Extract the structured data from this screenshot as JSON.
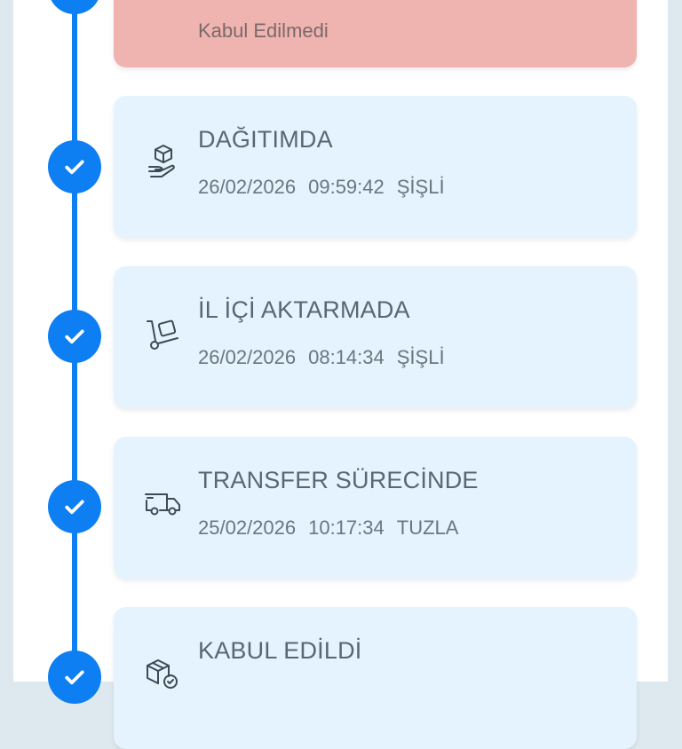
{
  "colors": {
    "accent": "#0d7ff2",
    "card_bg": "#e4f3fd",
    "rejected_bg": "#efb3b0",
    "text": "#5b6770",
    "outer_bg": "#dde9ef"
  },
  "timeline": {
    "rejected": {
      "subtitle": "Kabul Edilmedi"
    },
    "events": [
      {
        "status": "DAĞITIMDA",
        "date": "26/02/2026",
        "time": "09:59:42",
        "location": "ŞİŞLİ",
        "icon": "hand-package-icon"
      },
      {
        "status": "İL İÇİ AKTARMADA",
        "date": "26/02/2026",
        "time": "08:14:34",
        "location": "ŞİŞLİ",
        "icon": "hand-truck-icon"
      },
      {
        "status": "TRANSFER SÜRECİNDE",
        "date": "25/02/2026",
        "time": "10:17:34",
        "location": "TUZLA",
        "icon": "delivery-truck-icon"
      },
      {
        "status": "KABUL EDİLDİ",
        "icon": "package-check-icon"
      }
    ]
  }
}
